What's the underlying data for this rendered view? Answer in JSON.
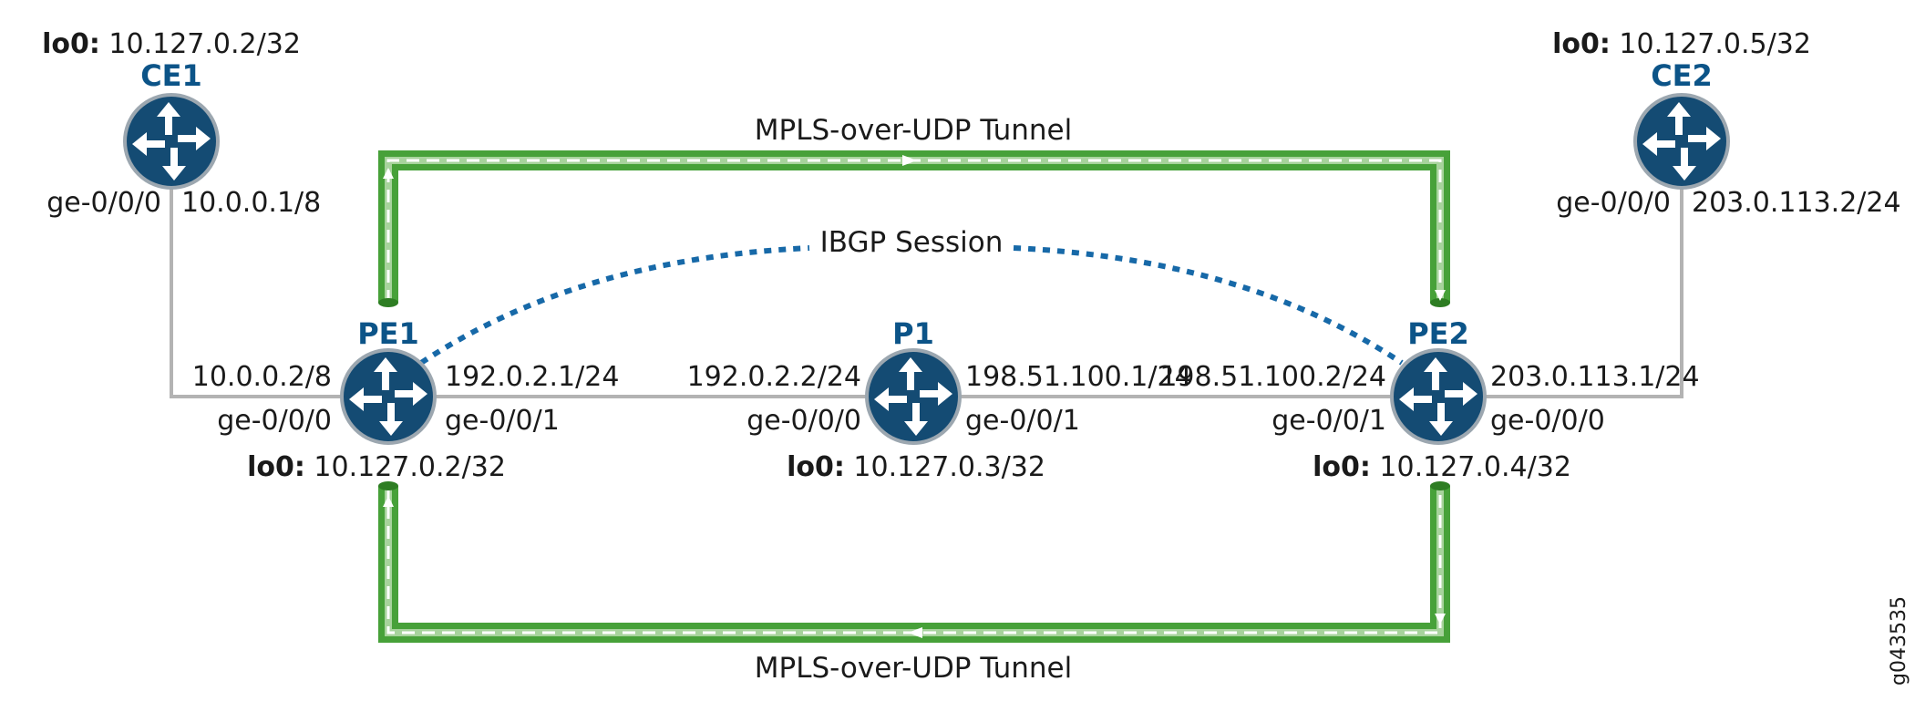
{
  "colors": {
    "router_fill": "#144b73",
    "router_ring": "#9ca7b0",
    "link": "#b3b3b3",
    "tunnel": "#47a139",
    "tunnel_light": "#a7d39c",
    "ibgp": "#1769a8",
    "node_label": "#0c5488"
  },
  "routers": {
    "ce1": {
      "name": "CE1",
      "lo_key": "lo0:",
      "lo_val": "10.127.0.2/32",
      "if_left": "ge-0/0/0",
      "addr_right": "10.0.0.1/8"
    },
    "ce2": {
      "name": "CE2",
      "lo_key": "lo0:",
      "lo_val": "10.127.0.5/32",
      "if_left": "ge-0/0/0",
      "addr_right": "203.0.113.2/24"
    },
    "pe1": {
      "name": "PE1",
      "lo_key": "lo0:",
      "lo_val": "10.127.0.2/32",
      "addr_left": "10.0.0.2/8",
      "if_left": "ge-0/0/0",
      "addr_right": "192.0.2.1/24",
      "if_right": "ge-0/0/1"
    },
    "p1": {
      "name": "P1",
      "lo_key": "lo0:",
      "lo_val": "10.127.0.3/32",
      "addr_left": "192.0.2.2/24",
      "if_left": "ge-0/0/0",
      "addr_right": "198.51.100.1/24",
      "if_right": "ge-0/0/1"
    },
    "pe2": {
      "name": "PE2",
      "lo_key": "lo0:",
      "lo_val": "10.127.0.4/32",
      "addr_left": "198.51.100.2/24",
      "if_left": "ge-0/0/1",
      "addr_right": "203.0.113.1/24",
      "if_right": "ge-0/0/0"
    }
  },
  "tunnels": {
    "top_label": "MPLS-over-UDP Tunnel",
    "bottom_label": "MPLS-over-UDP Tunnel"
  },
  "ibgp_label": "IBGP Session",
  "figure_id": "g043535"
}
